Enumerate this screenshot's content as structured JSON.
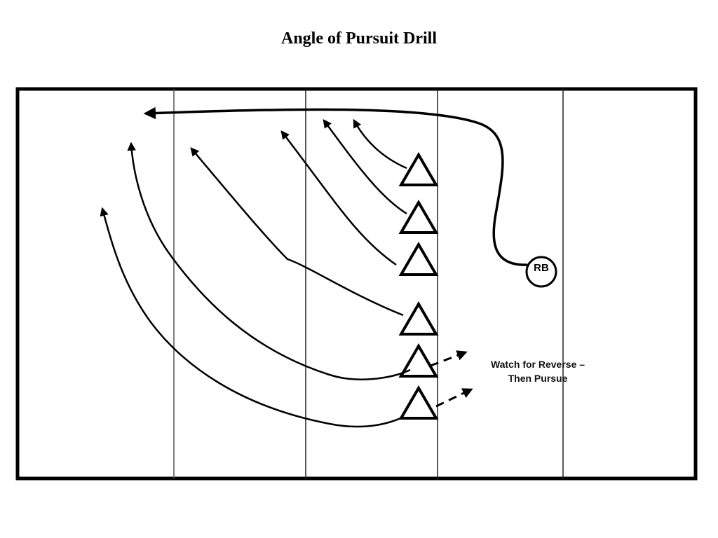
{
  "title": "Angle of Pursuit Drill",
  "players": {
    "ball_carrier": {
      "label": "RB",
      "shape": "circle"
    },
    "defenders": [
      {
        "id": 1,
        "shape": "triangle",
        "action": "pursue"
      },
      {
        "id": 2,
        "shape": "triangle",
        "action": "pursue"
      },
      {
        "id": 3,
        "shape": "triangle",
        "action": "pursue"
      },
      {
        "id": 4,
        "shape": "triangle",
        "action": "pursue"
      },
      {
        "id": 5,
        "shape": "triangle",
        "action": "watch-for-reverse"
      },
      {
        "id": 6,
        "shape": "triangle",
        "action": "watch-for-reverse"
      }
    ]
  },
  "annotation": {
    "line1": "Watch for Reverse –",
    "line2": "Then Pursue"
  },
  "colors": {
    "line": "#000000",
    "background": "#ffffff"
  }
}
